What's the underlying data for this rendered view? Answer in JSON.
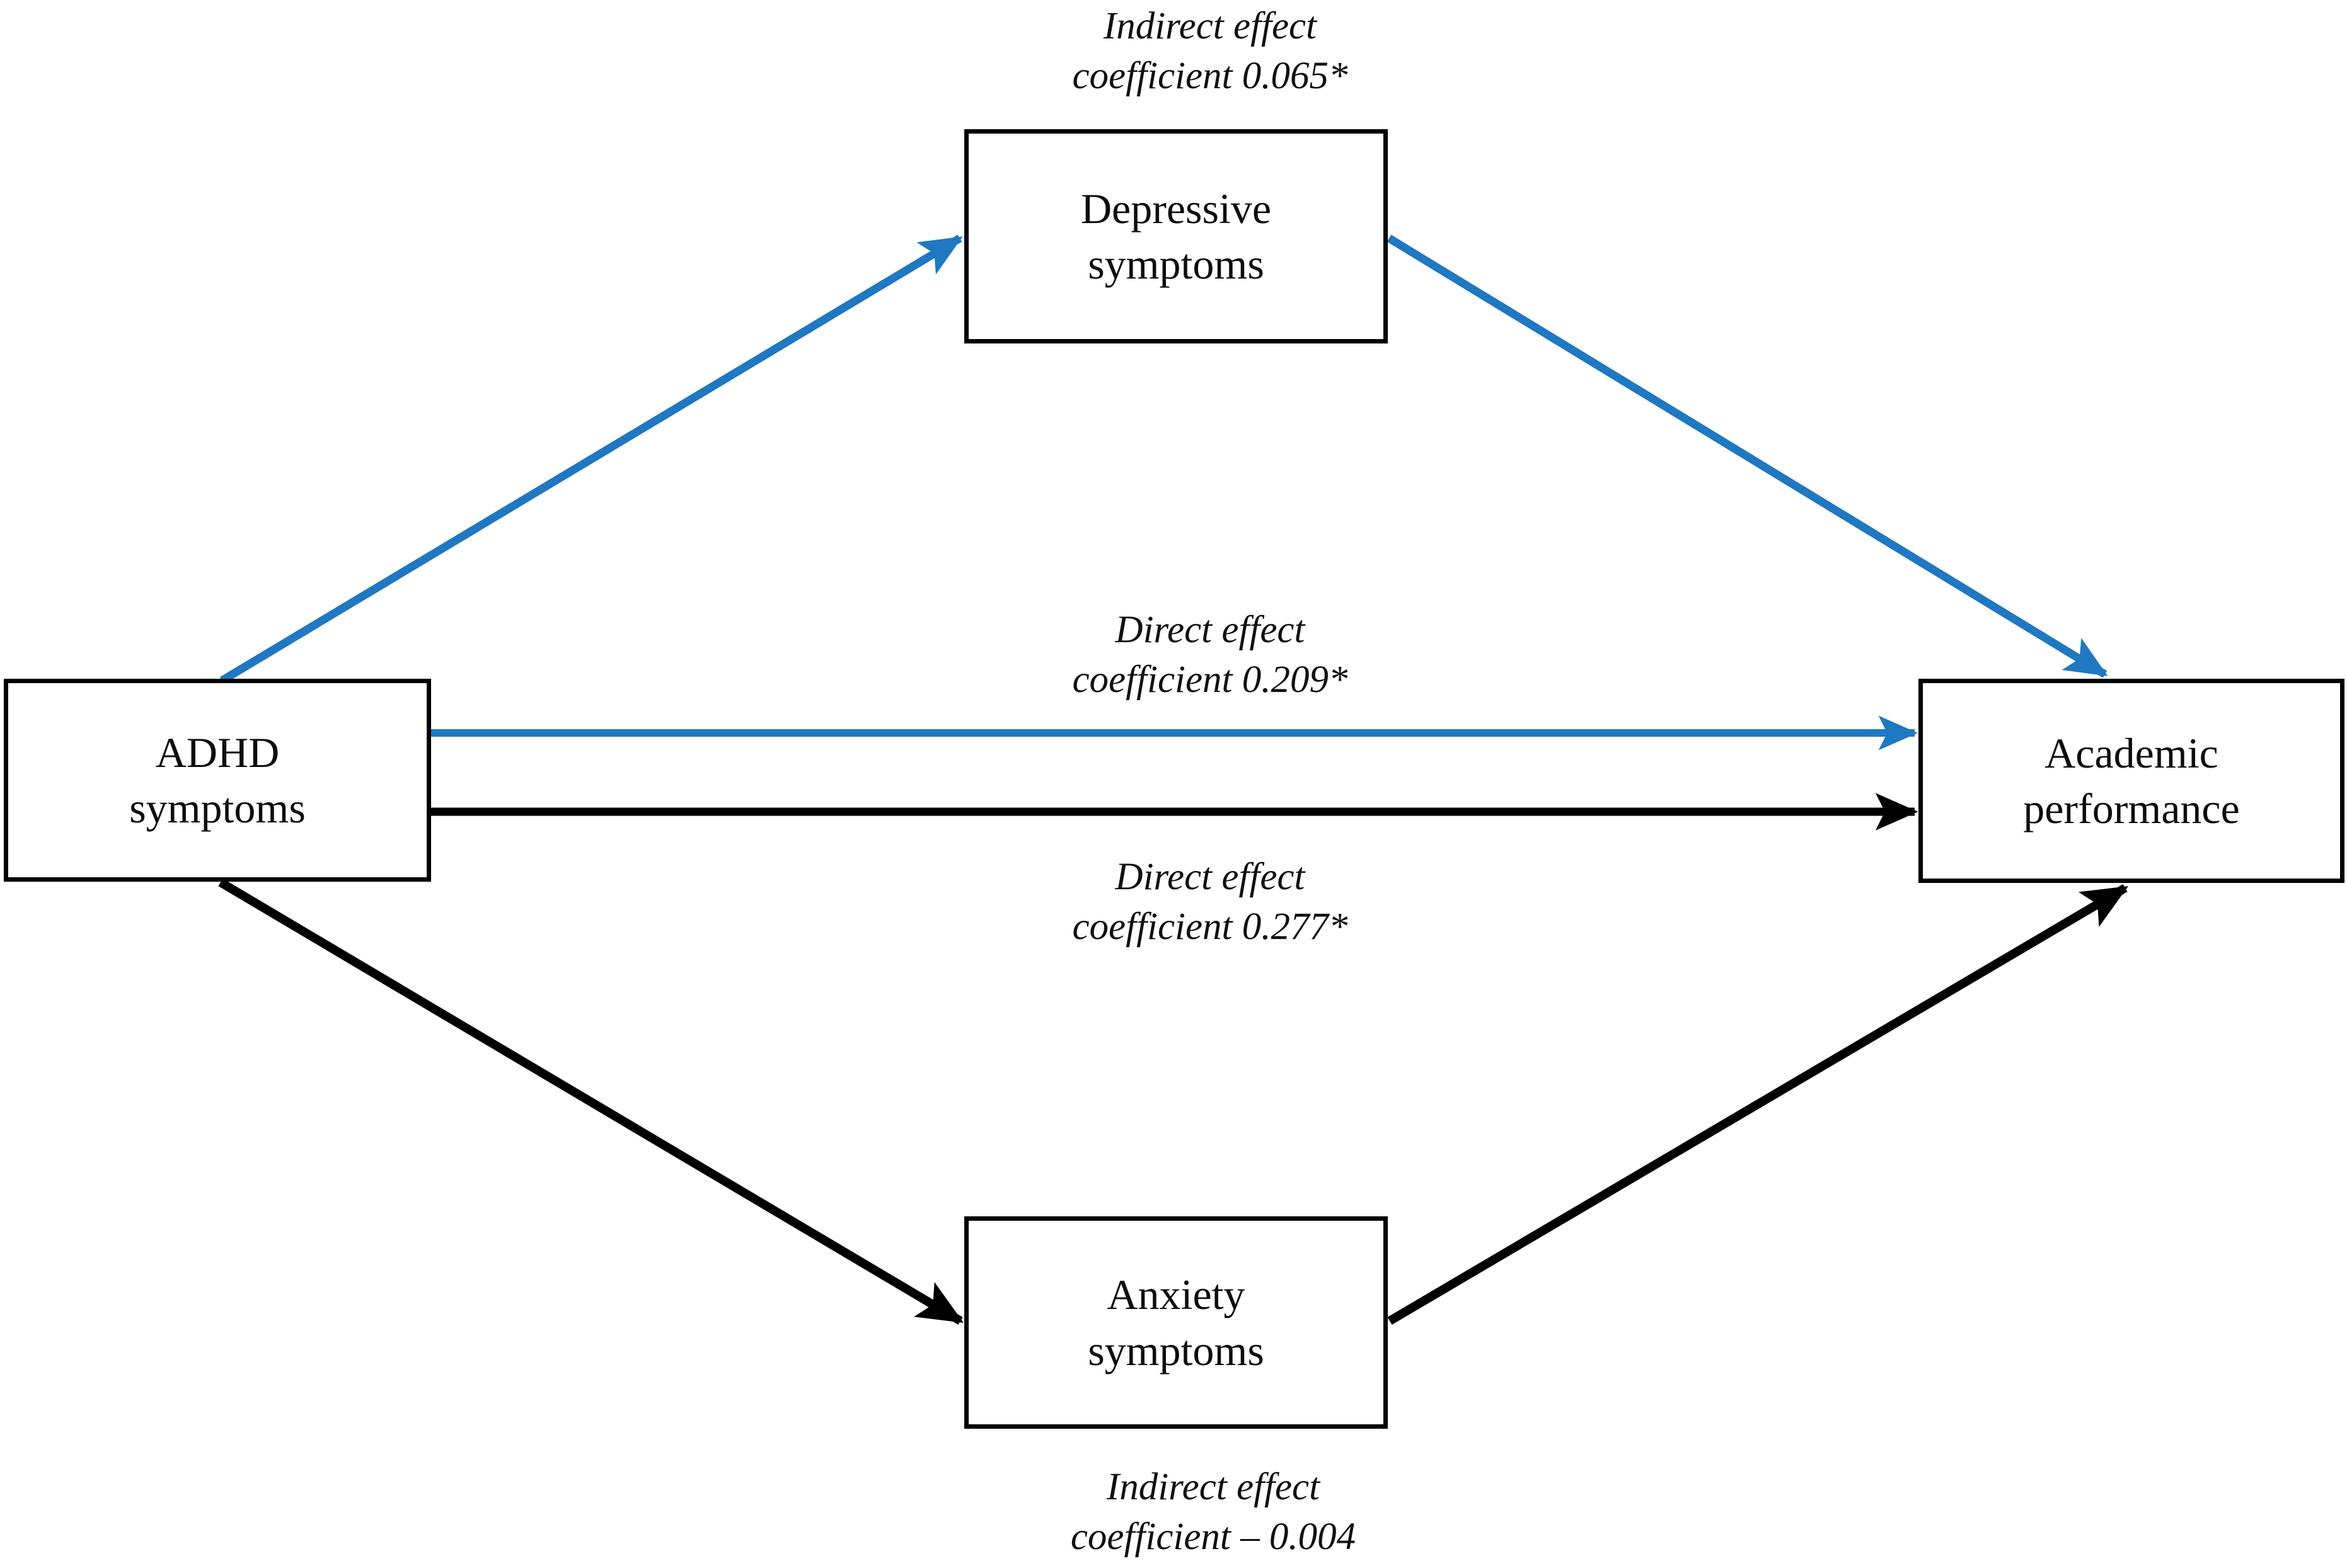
{
  "figure": {
    "type": "path-diagram",
    "description": "Mediation model: ADHD symptoms predicting academic performance through depressive symptoms and anxiety symptoms",
    "background_color": "#ffffff",
    "colors": {
      "depression_path": "#1f78c1",
      "anxiety_path": "#000000",
      "node_border": "#000000",
      "node_fill": "#ffffff",
      "text": "#0d0d0d"
    }
  },
  "nodes": [
    {
      "id": "adhd",
      "role": "predictor",
      "lines": [
        "ADHD",
        "symptoms"
      ]
    },
    {
      "id": "depressive",
      "role": "mediator",
      "lines": [
        "Depressive",
        "symptoms"
      ]
    },
    {
      "id": "anxiety",
      "role": "mediator",
      "lines": [
        "Anxiety",
        "symptoms"
      ]
    },
    {
      "id": "academic",
      "role": "outcome",
      "lines": [
        "Academic",
        "performance"
      ]
    }
  ],
  "edge_labels": [
    {
      "id": "indirect-depressive",
      "effect_type": "Indirect effect",
      "line1": "Indirect effect",
      "line2": "coefficient 0.065*",
      "coefficient": 0.065,
      "significant": true,
      "path_color": "#1f78c1"
    },
    {
      "id": "direct-depressive",
      "effect_type": "Direct effect",
      "line1": "Direct effect",
      "line2": "coefficient 0.209*",
      "coefficient": 0.209,
      "significant": true,
      "path_color": "#1f78c1"
    },
    {
      "id": "direct-anxiety",
      "effect_type": "Direct effect",
      "line1": "Direct effect",
      "line2": "coefficient 0.277*",
      "coefficient": 0.277,
      "significant": true,
      "path_color": "#000000"
    },
    {
      "id": "indirect-anxiety",
      "effect_type": "Indirect effect",
      "line1": "Indirect effect",
      "line2": "coefficient – 0.004",
      "coefficient": -0.004,
      "significant": false,
      "path_color": "#000000"
    }
  ],
  "chart_data": {
    "type": "diagram",
    "title": "",
    "model": "parallel mediation",
    "paths": [
      {
        "from": "ADHD symptoms",
        "to": "Depressive symptoms",
        "color": "#1f78c1",
        "label": ""
      },
      {
        "from": "Depressive symptoms",
        "to": "Academic performance",
        "color": "#1f78c1",
        "label": ""
      },
      {
        "from": "ADHD symptoms",
        "to": "Academic performance",
        "color": "#1f78c1",
        "label": "Direct effect coefficient 0.209*",
        "value": 0.209
      },
      {
        "from": "ADHD symptoms",
        "to": "Academic performance",
        "color": "#000000",
        "label": "Direct effect coefficient 0.277*",
        "value": 0.277
      },
      {
        "from": "ADHD symptoms",
        "to": "Anxiety symptoms",
        "color": "#000000",
        "label": ""
      },
      {
        "from": "Anxiety symptoms",
        "to": "Academic performance",
        "color": "#000000",
        "label": ""
      }
    ],
    "annotations": [
      {
        "text": "Indirect effect coefficient 0.065*",
        "value": 0.065,
        "via": "Depressive symptoms"
      },
      {
        "text": "Indirect effect coefficient – 0.004",
        "value": -0.004,
        "via": "Anxiety symptoms"
      }
    ]
  }
}
